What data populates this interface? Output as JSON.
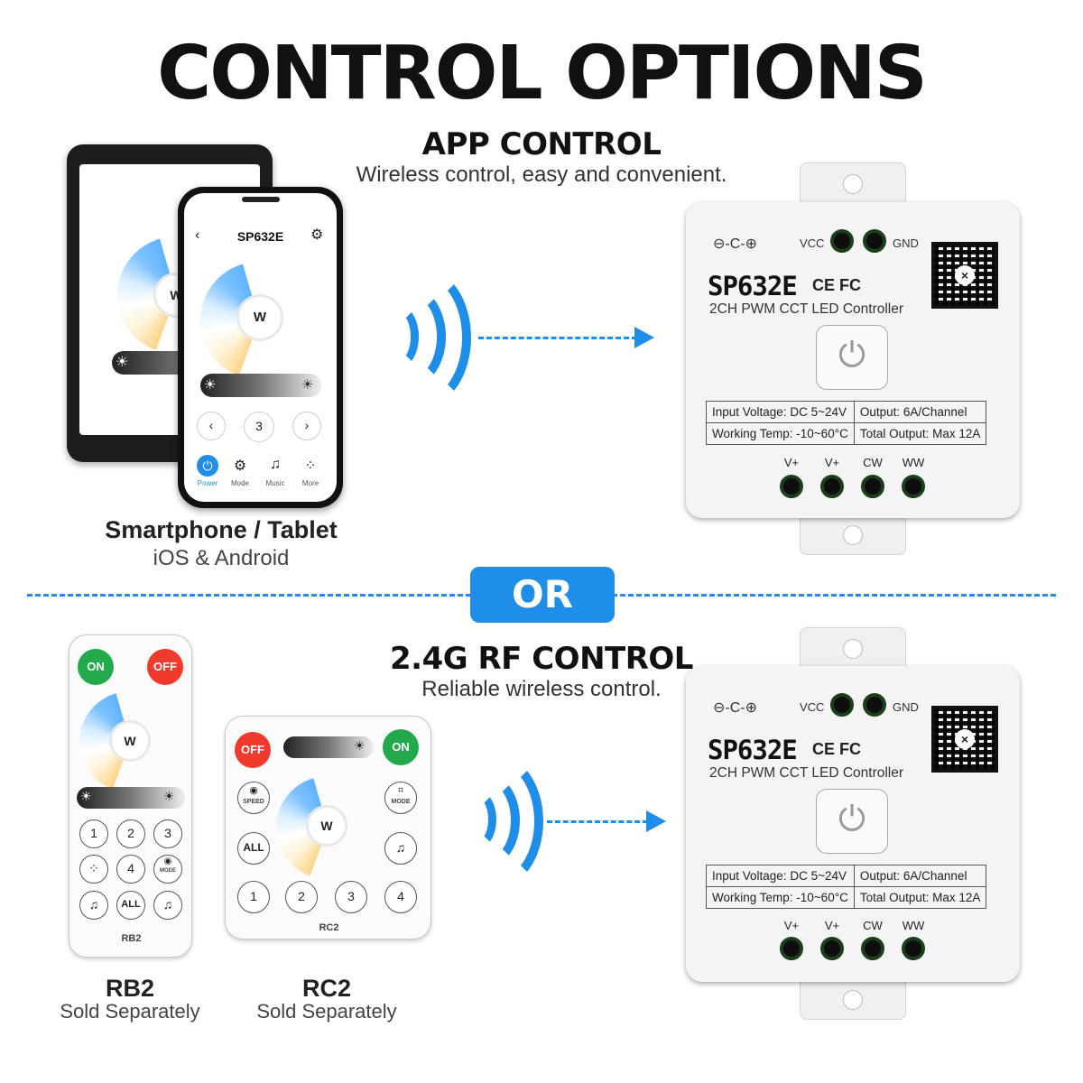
{
  "title": "CONTROL OPTIONS",
  "app_section": {
    "title": "APP CONTROL",
    "subtitle": "Wireless control, easy and convenient.",
    "device_caption": "Smartphone / Tablet",
    "device_sub": "iOS & Android",
    "phone": {
      "app_title": "SP632E",
      "wheel_label": "W",
      "step_value": "3",
      "nav": [
        {
          "label": "Power",
          "icon": "power-icon"
        },
        {
          "label": "Mode",
          "icon": "gear-icon"
        },
        {
          "label": "Music",
          "icon": "music-icon"
        },
        {
          "label": "More",
          "icon": "grid-icon"
        }
      ]
    },
    "tablet": {
      "wheel_label": "W"
    }
  },
  "or_label": "OR",
  "rf_section": {
    "title": "2.4G RF CONTROL",
    "subtitle": "Reliable wireless control.",
    "rb2": {
      "on": "ON",
      "off": "OFF",
      "wheel_label": "W",
      "buttons": [
        "1",
        "2",
        "3",
        "4",
        "ALL"
      ],
      "mode_label": "MODE",
      "name": "RB2",
      "caption": "RB2",
      "caption_sub": "Sold Separately"
    },
    "rc2": {
      "on": "ON",
      "off": "OFF",
      "wheel_label": "W",
      "speed_label": "SPEED",
      "mode_label": "MODE",
      "all_label": "ALL",
      "buttons": [
        "1",
        "2",
        "3",
        "4"
      ],
      "name": "RC2",
      "caption": "RC2",
      "caption_sub": "Sold Separately"
    }
  },
  "controller": {
    "model": "SP632E",
    "description": "2CH PWM CCT LED Controller",
    "polarity": "⊖-C-⊕",
    "vcc": "VCC",
    "gnd": "GND",
    "marks": "CE FC",
    "specs": [
      [
        "Input Voltage: DC 5~24V",
        "Output: 6A/Channel"
      ],
      [
        "Working Temp: -10~60°C",
        "Total Output: Max 12A"
      ]
    ],
    "terminals": [
      "V+",
      "V+",
      "CW",
      "WW"
    ]
  },
  "colors": {
    "accent": "#1f8ee8",
    "on": "#22a94b",
    "off": "#f03a2e"
  }
}
